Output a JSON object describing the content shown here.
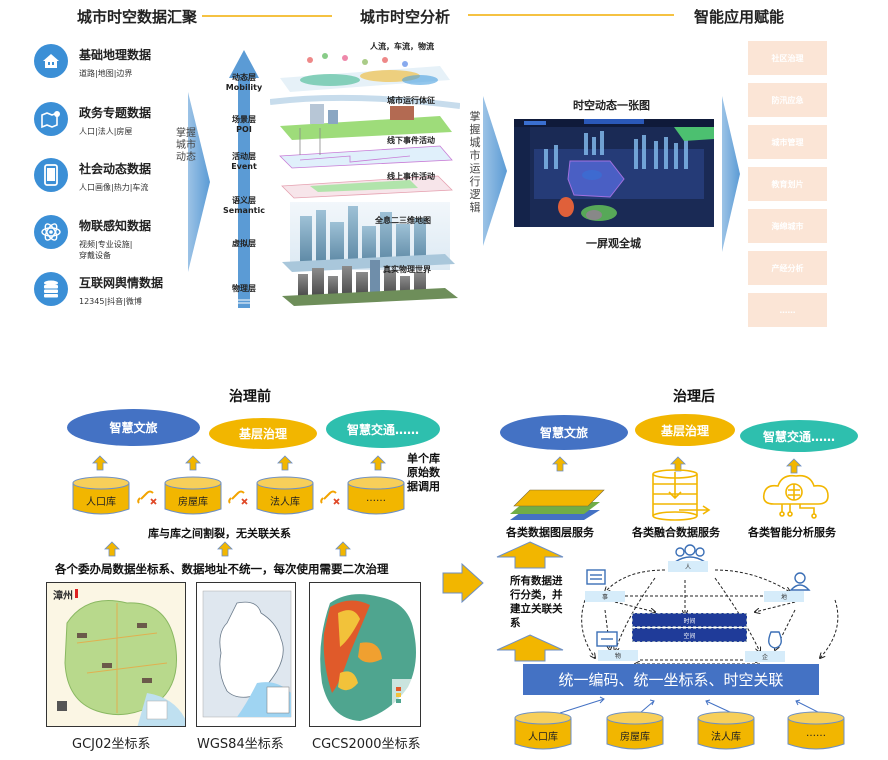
{
  "header": {
    "col1_title": "城市时空数据汇聚",
    "col2_title": "城市时空分析",
    "col3_title": "智能应用赋能"
  },
  "sources": [
    {
      "title": "基础地理数据",
      "sub": "道路|地图|边界",
      "icon": "house-icon"
    },
    {
      "title": "政务专题数据",
      "sub": "人口|法人|房屋",
      "icon": "map-pin-icon"
    },
    {
      "title": "社会动态数据",
      "sub": "人口画像|热力|车流",
      "icon": "mobile-phone-icon"
    },
    {
      "title": "物联感知数据",
      "sub": "视频|专业设施|穿戴设备",
      "icon": "atom-icon"
    },
    {
      "title": "互联网舆情数据",
      "sub": "12345|抖音|微博",
      "icon": "database-icon"
    }
  ],
  "arrow1_text": "掌握城市动态",
  "layers": [
    {
      "cn": "动态层",
      "en": "Mobility"
    },
    {
      "cn": "场景层",
      "en": "POI"
    },
    {
      "cn": "活动层",
      "en": "Event"
    },
    {
      "cn": "语义层",
      "en": "Semantic"
    },
    {
      "cn": "虚拟层",
      "en": ""
    },
    {
      "cn": "物理层",
      "en": ""
    }
  ],
  "layer_notes": [
    "人流，车流，物流",
    "城市运行体征",
    "线下事件活动",
    "线上事件活动",
    "全息二三维地图",
    "真实物理世界"
  ],
  "arrow2_text": "掌握城市运行逻辑",
  "dashboard": {
    "top_caption": "时空动态一张图",
    "bottom_caption": "一屏观全城"
  },
  "apps": [
    "社区治理",
    "防汛应急",
    "城市管理",
    "教育划片",
    "海绵城市",
    "产经分析",
    "……"
  ],
  "before": {
    "title": "治理前",
    "ellipses": [
      {
        "label": "智慧文旅",
        "color": "#4472c4"
      },
      {
        "label": "基层治理",
        "color": "#f2b600"
      },
      {
        "label": "智慧交通……",
        "color": "#2ebfae"
      }
    ],
    "databases": [
      "人口库",
      "房屋库",
      "法人库",
      "……"
    ],
    "side_note": "单个库原始数据调用",
    "broken_link_icon": "broken-link-icon",
    "split_note": "库与库之间割裂，无关联关系",
    "problem_note": "各个委办局数据坐标系、数据地址不统一，每次使用需要二次治理",
    "maps": [
      {
        "caption": "GCJ02坐标系",
        "logo_text": "漳州"
      },
      {
        "caption": "WGS84坐标系"
      },
      {
        "caption": "CGCS2000坐标系"
      }
    ]
  },
  "after": {
    "title": "治理后",
    "ellipses": [
      {
        "label": "智慧文旅",
        "color": "#4472c4"
      },
      {
        "label": "基层治理",
        "color": "#f2b600"
      },
      {
        "label": "智慧交通……",
        "color": "#2ebfae"
      }
    ],
    "services": [
      {
        "label": "各类数据图层服务",
        "icon": "layers-icon"
      },
      {
        "label": "各类融合数据服务",
        "icon": "database-merge-icon"
      },
      {
        "label": "各类智能分析服务",
        "icon": "brain-cloud-icon"
      }
    ],
    "classify_note": "所有数据进行分类，并建立关联关系",
    "graph_nodes": {
      "person": "人",
      "event": "事",
      "place": "地",
      "thing": "物",
      "enterprise": "企",
      "time": "时间",
      "space": "空间"
    },
    "base_band": "统一编码、统一坐标系、时空关联",
    "databases": [
      "人口库",
      "房屋库",
      "法人库",
      "……"
    ]
  },
  "colors": {
    "blue_arrow": "#5b9bd5",
    "gold": "#f2b600",
    "app_box": "#fbe5d6",
    "icon_blue": "#3b8fd6"
  }
}
